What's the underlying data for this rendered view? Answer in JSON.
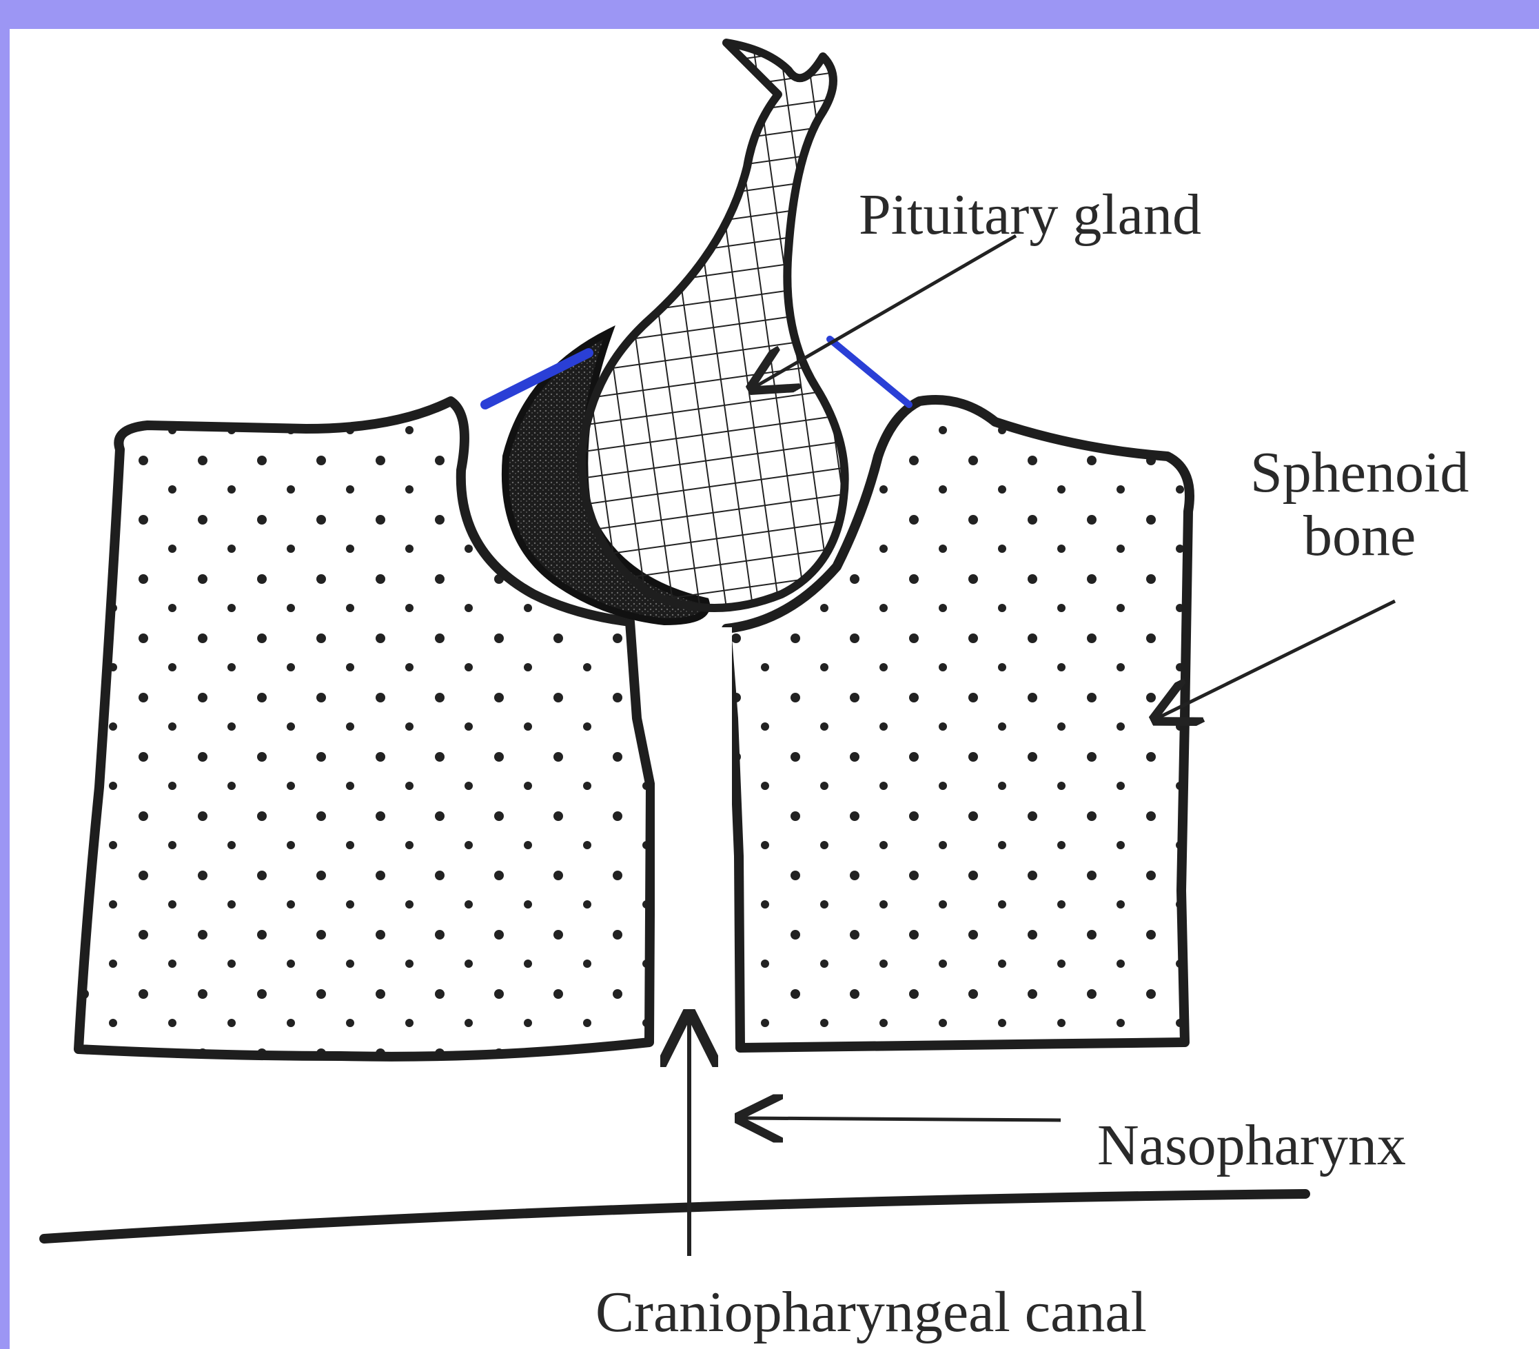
{
  "diagram": {
    "labels": {
      "pituitary_gland": "Pituitary gland",
      "sphenoid_line1": "Sphenoid",
      "sphenoid_line2": "bone",
      "nasopharynx": "Nasopharynx",
      "craniopharyngeal_canal": "Craniopharyngeal canal"
    },
    "colors": {
      "frame": "#9c96f4",
      "background": "#ffffff",
      "ink": "#2a2a2a",
      "highlight": "#2a3fd6"
    }
  }
}
